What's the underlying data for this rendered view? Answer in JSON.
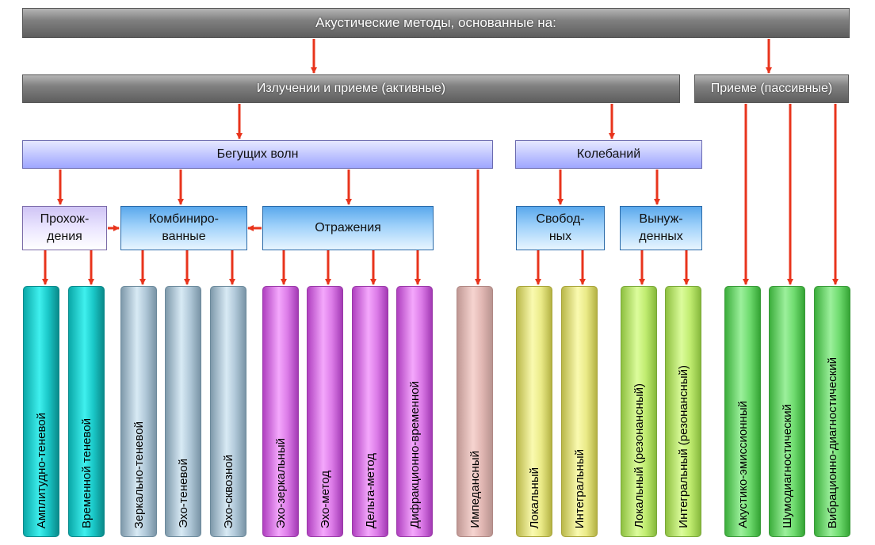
{
  "title": "Акустические методы, основанные на:",
  "groups": {
    "active": "Излучении и приеме (активные)",
    "passive": "Приеме (пассивные)"
  },
  "subgroups": {
    "travelling": "Бегущих волн",
    "oscillation": "Колебаний"
  },
  "types": {
    "transmission_l1": "Прохож-",
    "transmission_l2": "дения",
    "combined_l1": "Комбиниро-",
    "combined_l2": "ванные",
    "reflection": "Отражения",
    "free_l1": "Свобод-",
    "free_l2": "ных",
    "forced_l1": "Вынуж-",
    "forced_l2": "денных"
  },
  "methods": [
    {
      "label": "Амплитудно-теневой",
      "color": "#1ac8c8"
    },
    {
      "label": "Временной теневой",
      "color": "#1ac8c8"
    },
    {
      "label": "Зеркально-теневой",
      "color": "#b0c8d8"
    },
    {
      "label": "Эхо-теневой",
      "color": "#b0c8d8"
    },
    {
      "label": "Эхо-сквозной",
      "color": "#b0c8d8"
    },
    {
      "label": "Эхо-зеркальный",
      "color": "#dc7ce8"
    },
    {
      "label": "Эхо-метод",
      "color": "#dc7ce8"
    },
    {
      "label": "Дельта-метод",
      "color": "#dc7ce8"
    },
    {
      "label": "Дифракционно-временной",
      "color": "#dc7ce8"
    },
    {
      "label": "Импедансный",
      "color": "#e2b8b4"
    },
    {
      "label": "Локальный",
      "color": "#eaea88"
    },
    {
      "label": "Интегральный",
      "color": "#eaea88"
    },
    {
      "label": "Локальный (резонансный)",
      "color": "#c0ec70"
    },
    {
      "label": "Интегральный (резонансный)",
      "color": "#c0ec70"
    },
    {
      "label": "Акустико-эмиссионный",
      "color": "#70dc70"
    },
    {
      "label": "Шумодиагностический",
      "color": "#70dc70"
    },
    {
      "label": "Вибрационно-диагностический",
      "color": "#70dc70"
    }
  ],
  "colors": {
    "arrow": "#e8341c",
    "header": "#808080",
    "subgroup": "#9ea6ff",
    "type": "#9fd1fa"
  }
}
